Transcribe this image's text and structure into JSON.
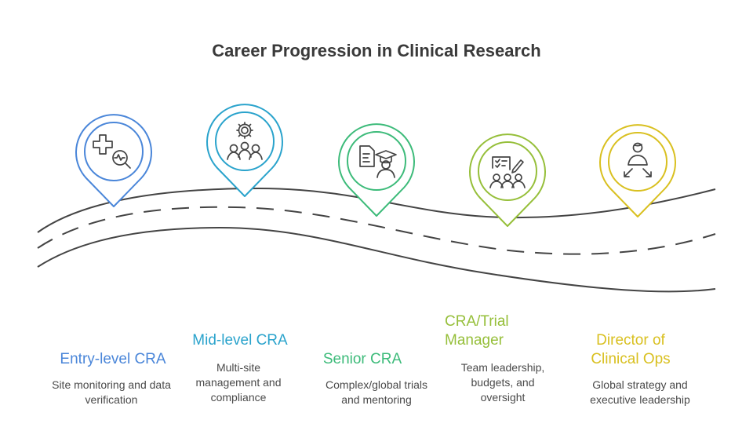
{
  "title": "Career Progression in Clinical Research",
  "stages": [
    {
      "title": "Entry-level CRA",
      "desc": "Site monitoring and data verification",
      "color": "#4a86d9",
      "icon": "medical-cross-monitor-icon"
    },
    {
      "title": "Mid-level CRA",
      "desc": "Multi-site management and compliance",
      "color": "#2aa3cc",
      "icon": "gear-team-icon"
    },
    {
      "title": "Senior CRA",
      "desc": "Complex/global trials and mentoring",
      "color": "#3dbb7a",
      "icon": "document-graduate-icon"
    },
    {
      "title": "CRA/Trial Manager",
      "desc": "Team leadership, budgets, and oversight",
      "color": "#96bf3a",
      "icon": "checklist-team-icon"
    },
    {
      "title": "Director of Clinical Ops",
      "desc": "Global strategy and executive leadership",
      "color": "#d9c020",
      "icon": "leader-arrows-icon"
    }
  ]
}
